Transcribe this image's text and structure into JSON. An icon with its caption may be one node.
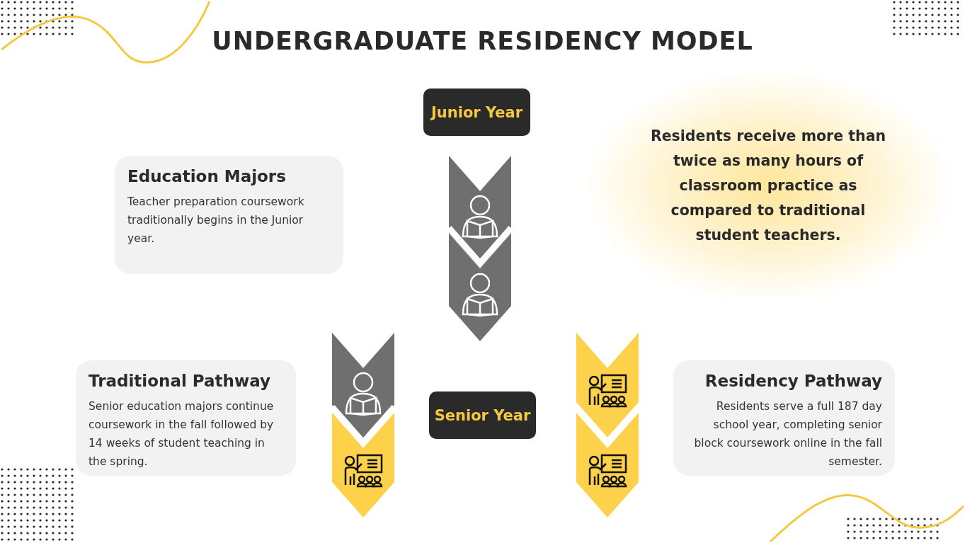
{
  "diagram": {
    "title": "UNDERGRADUATE RESIDENCY MODEL",
    "nodes": [
      {
        "text": [
          "Junior Year"
        ]
      },
      {
        "text": [
          "Education Majors",
          "Teacher preparation coursework traditionally begins in the Junior year."
        ]
      },
      {
        "text": [
          "Residents receive more than twice as many hours of classroom practice as compared to traditional student teachers."
        ]
      },
      {
        "text": [],
        "shape": "chevron"
      },
      {
        "text": [],
        "shape": "chevron"
      },
      {
        "text": [
          "Traditional Pathway",
          "Senior education majors continue coursework in the fall followed by 14 weeks of student teaching in the spring."
        ]
      },
      {
        "text": [],
        "shape": "chevron"
      },
      {
        "text": [],
        "shape": "chevron"
      },
      {
        "text": [
          "Senior Year"
        ]
      },
      {
        "text": [],
        "shape": "chevron"
      },
      {
        "text": [],
        "shape": "chevron"
      },
      {
        "text": [
          "Residency Pathway",
          "Residents serve a full 187 day school year, completing senior block coursework online in the fall semester."
        ]
      }
    ]
  }
}
